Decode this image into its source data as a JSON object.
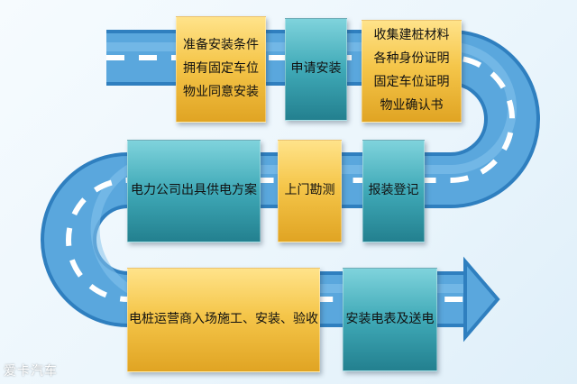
{
  "steps": [
    {
      "id": "b1",
      "name": "step-prepare-conditions",
      "style": "gold",
      "lines": [
        "准备安装条件",
        "拥有固定车位",
        "物业同意安装"
      ]
    },
    {
      "id": "b2",
      "name": "step-apply-installation",
      "style": "teal",
      "lines": [
        "申请安装"
      ]
    },
    {
      "id": "b3",
      "name": "step-collect-materials",
      "style": "gold",
      "lines": [
        "收集建桩材料",
        "各种身份证明",
        "固定车位证明",
        "物业确认书"
      ]
    },
    {
      "id": "b4",
      "name": "step-power-company-plan",
      "style": "teal",
      "lines": [
        "电力公司出具供电方案"
      ]
    },
    {
      "id": "b5",
      "name": "step-site-survey",
      "style": "gold",
      "lines": [
        "上门勘测"
      ]
    },
    {
      "id": "b6",
      "name": "step-register",
      "style": "teal",
      "lines": [
        "报装登记"
      ]
    },
    {
      "id": "b7",
      "name": "step-construction-acceptance",
      "style": "gold",
      "lines": [
        "电桩运营商入场施工、安装、验收"
      ]
    },
    {
      "id": "b8",
      "name": "step-meter-power",
      "style": "teal",
      "lines": [
        "安装电表及送电"
      ]
    }
  ],
  "watermark": "爱卡汽车",
  "colors": {
    "road_fill": "#5aa7dd",
    "road_edge": "#2f7fbf",
    "lane_marking": "#ffffff",
    "gold": "#f5c64a",
    "teal": "#3fa9b7"
  }
}
